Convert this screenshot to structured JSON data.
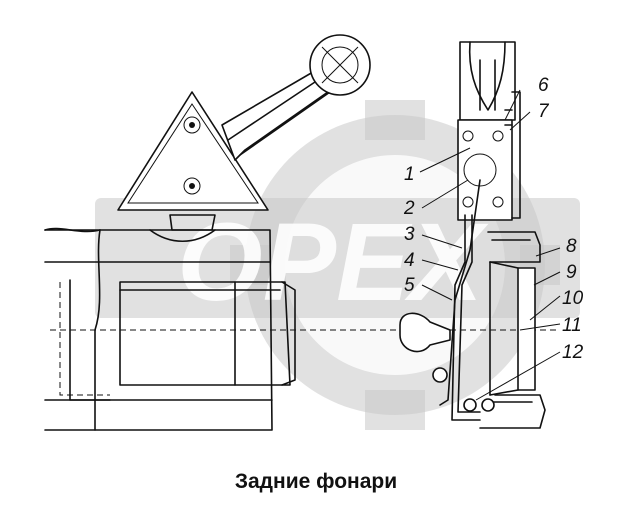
{
  "caption": "Задние фонари",
  "watermark": "OPEX",
  "callouts": [
    "1",
    "2",
    "3",
    "4",
    "5",
    "6",
    "7",
    "8",
    "9",
    "10",
    "11",
    "12"
  ],
  "colors": {
    "line": "#111111",
    "watermark": "#c9c9c9",
    "background": "#ffffff"
  }
}
